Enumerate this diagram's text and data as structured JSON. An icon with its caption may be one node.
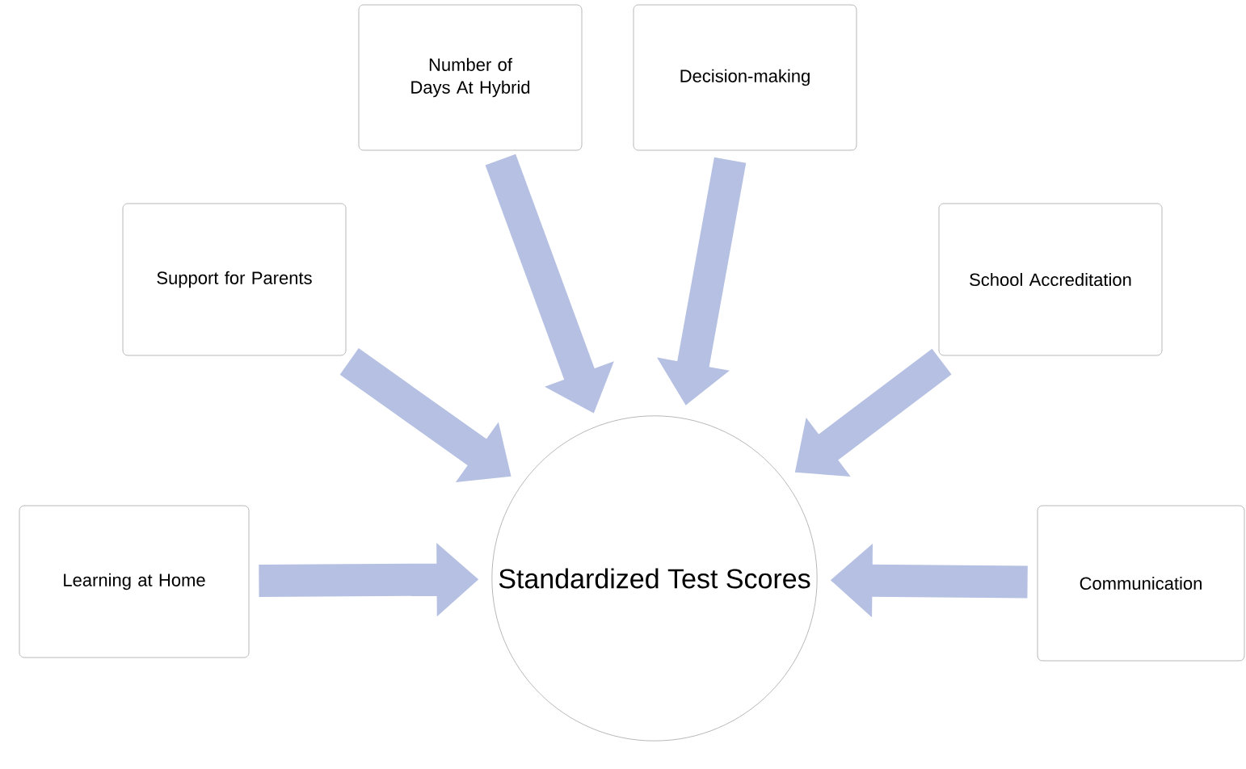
{
  "diagram": {
    "nodes": [
      {
        "text": [
          "Learning at Home"
        ]
      },
      {
        "text": [
          "Support for Parents"
        ]
      },
      {
        "text": [
          "Number of Days At Hybrid"
        ]
      },
      {
        "text": [
          "Decision-making"
        ]
      },
      {
        "text": [
          "School Accreditation"
        ]
      },
      {
        "text": [
          "Communication"
        ]
      },
      {
        "text": [
          "Standardized Test Scores"
        ]
      }
    ],
    "edges": [
      {
        "from": 0,
        "to": 6,
        "arrow": "to"
      },
      {
        "from": 1,
        "to": 6,
        "arrow": "to"
      },
      {
        "from": 2,
        "to": 6,
        "arrow": "to"
      },
      {
        "from": 3,
        "to": 6,
        "arrow": "to"
      },
      {
        "from": 4,
        "to": 6,
        "arrow": "to"
      },
      {
        "from": 5,
        "to": 6,
        "arrow": "to"
      }
    ]
  }
}
